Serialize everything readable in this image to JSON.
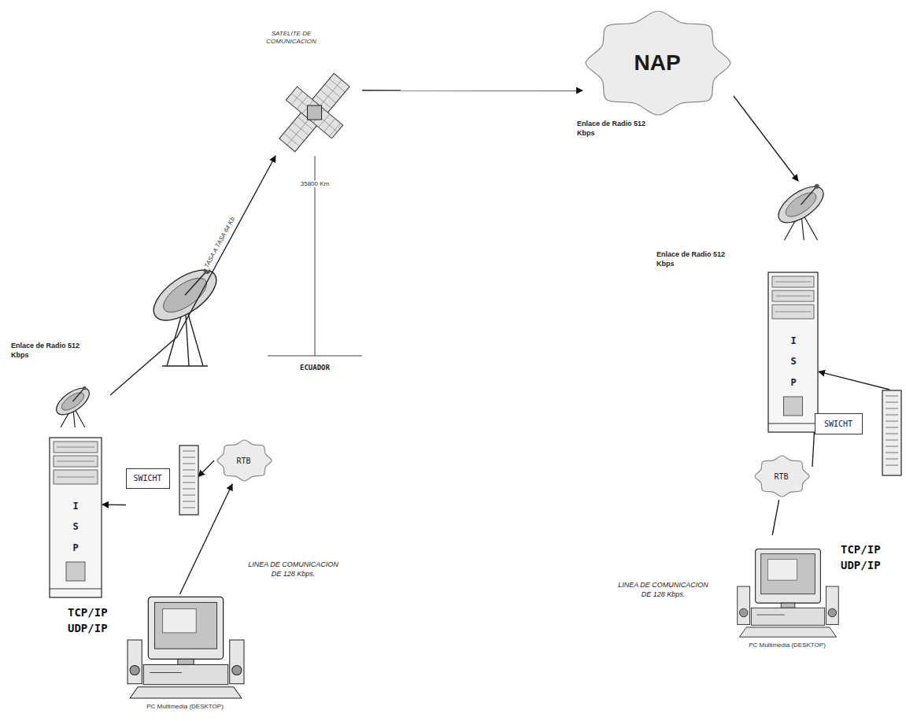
{
  "diagram": {
    "nodes": [
      {
        "text": [
          "SATELITE DE COMUNICACION"
        ]
      },
      {
        "text": [
          "NAP"
        ]
      },
      {
        "text": [
          "Enlace de Radio 512 Kbps"
        ]
      },
      {
        "text": [
          "I S P"
        ]
      },
      {
        "text": [
          "SWICHT"
        ]
      },
      {
        "text": [
          "RTB"
        ]
      },
      {
        "text": [
          "PC Multimedia (DESKTOP)"
        ]
      },
      {
        "text": [
          "Enlace de Radio 512 Kbps"
        ]
      },
      {
        "text": [
          "I S P"
        ]
      },
      {
        "text": [
          "SWICHT"
        ]
      },
      {
        "text": [
          "RTB"
        ]
      },
      {
        "text": [
          "PC Multimedia (DESKTOP)"
        ]
      }
    ],
    "edges": [
      {
        "from": 6,
        "to": 5,
        "arrow": "to"
      },
      {
        "from": 5,
        "to": 4,
        "arrow": "to"
      },
      {
        "from": 4,
        "to": 3,
        "arrow": "to"
      },
      {
        "from": 2,
        "to": 0,
        "arrow": "to",
        "label": "TASA A TASA 64 Kb"
      },
      {
        "from": 0,
        "to": 1,
        "arrow": "to"
      },
      {
        "from": 1,
        "to": 7,
        "arrow": "to"
      },
      {
        "from": 9,
        "to": 8,
        "arrow": "to"
      },
      {
        "from": 10,
        "to": 9,
        "arrow": "none"
      },
      {
        "from": 11,
        "to": 10,
        "arrow": "none"
      }
    ],
    "labels": [
      "35800 Km",
      "ECUADOR",
      "Enlace de Radio 512 Kbps",
      "TCP/IP",
      "UDP/IP",
      "LINEA DE COMUNICACION DE 128 Kbps.",
      "TCP/IP",
      "UDP/IP",
      "LINEA DE COMUNICACION DE 128 Kbps."
    ]
  }
}
